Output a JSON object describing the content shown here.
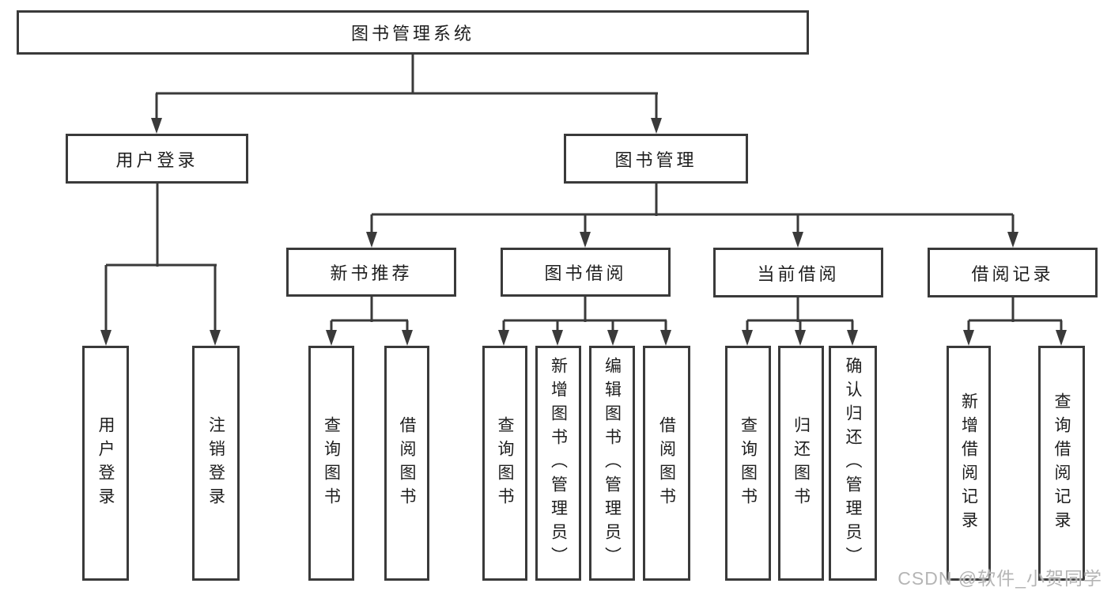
{
  "title": {
    "label": "图书管理系统"
  },
  "branches": {
    "user_login": {
      "label": "用户登录",
      "children": [
        {
          "label": "用户登录"
        },
        {
          "label": "注销登录"
        }
      ]
    },
    "book_management": {
      "label": "图书管理",
      "children": [
        {
          "label": "新书推荐",
          "children": [
            {
              "label": "查询图书"
            },
            {
              "label": "借阅图书"
            }
          ]
        },
        {
          "label": "图书借阅",
          "children": [
            {
              "label": "查询图书"
            },
            {
              "label": "新增图书（管理员）"
            },
            {
              "label": "编辑图书（管理员）"
            },
            {
              "label": "借阅图书"
            }
          ]
        },
        {
          "label": "当前借阅",
          "children": [
            {
              "label": "查询图书"
            },
            {
              "label": "归还图书"
            },
            {
              "label": "确认归还（管理员）"
            }
          ]
        },
        {
          "label": "借阅记录",
          "children": [
            {
              "label": "新增借阅记录"
            },
            {
              "label": "查询借阅记录"
            }
          ]
        }
      ]
    }
  },
  "watermark": {
    "text": "CSDN @软件_小贺同学"
  },
  "colors": {
    "line": "#3a3a3a",
    "text": "#1e1e1e",
    "watermark": "#b5b5b5",
    "background": "#ffffff"
  }
}
